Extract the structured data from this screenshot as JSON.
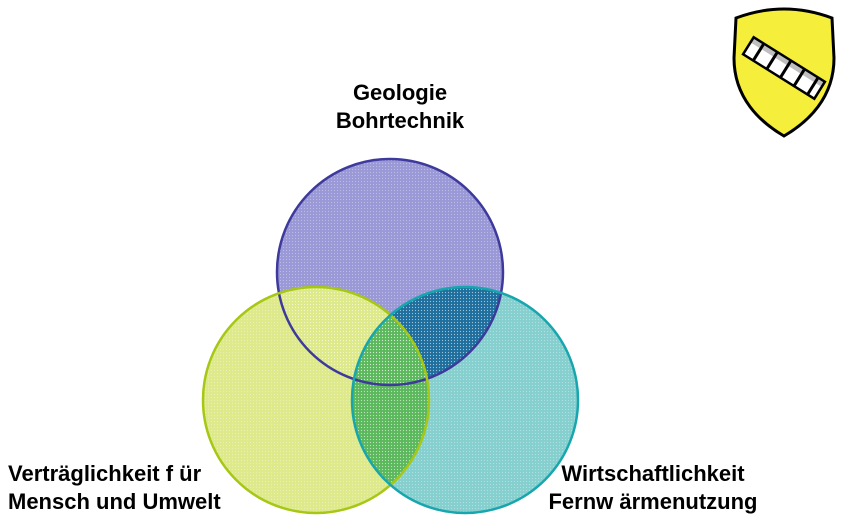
{
  "labels": {
    "top": {
      "line1": "Geologie",
      "line2": "Bohrtechnik"
    },
    "left": {
      "line1": "Verträglichkeit f ür",
      "line2": "Mensch und Umwelt"
    },
    "right": {
      "line1": "Wirtschaftlichkeit",
      "line2": "Fernw ärmenutzung"
    }
  },
  "circles": {
    "top": {
      "fill": "#9a98d6",
      "stroke": "#3e3a9c"
    },
    "left": {
      "fill": "#dde98a",
      "stroke": "#a6c714"
    },
    "right": {
      "fill": "#86cfcf",
      "stroke": "#17a6ad"
    },
    "overlap_top_right": "#1f6f9e",
    "overlap_left_right": "#5cb85c",
    "overlap_left_top": "#6e6e8a"
  },
  "crest": {
    "shield_color": "#f5ee3a",
    "outline_color": "#000000"
  }
}
